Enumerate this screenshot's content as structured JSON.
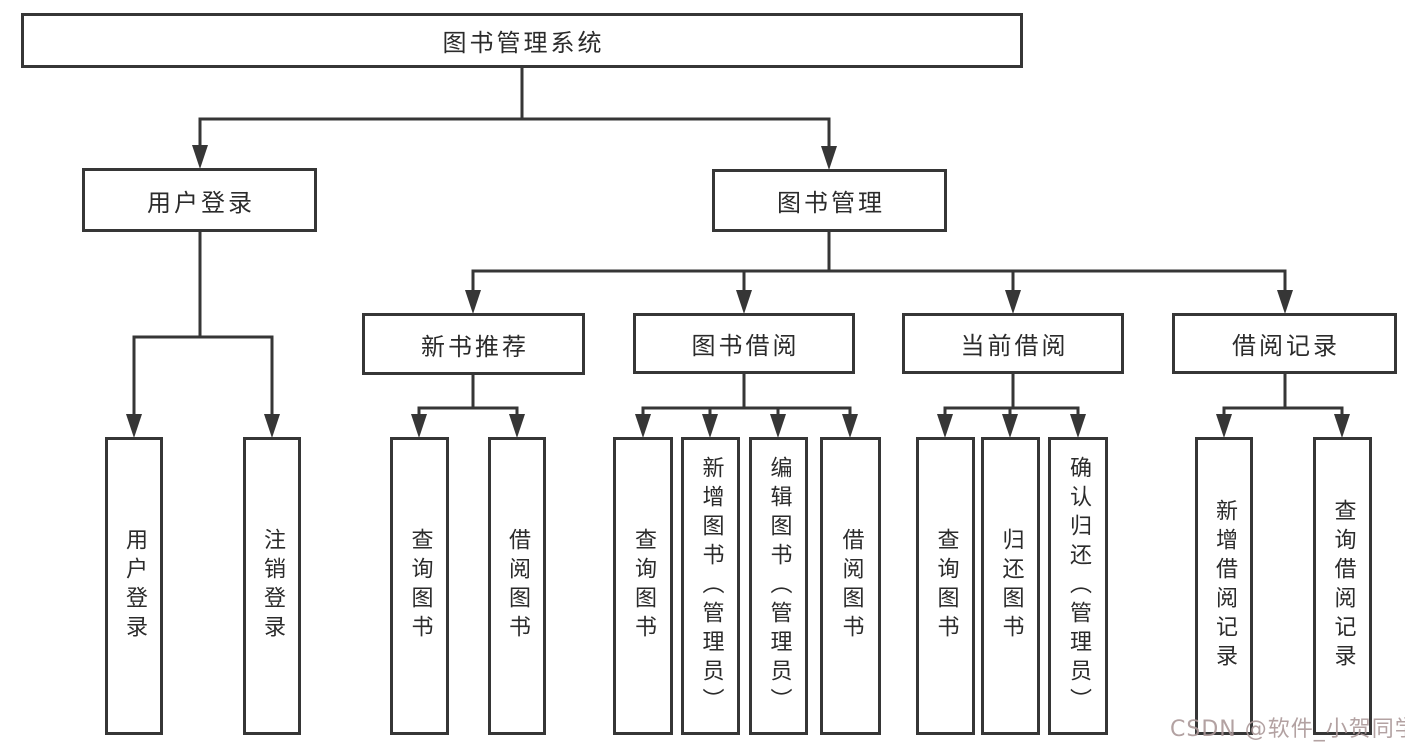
{
  "diagram": {
    "title": "图书管理系统",
    "branches": [
      {
        "label": "用户登录",
        "children": [
          {
            "label": "用户登录"
          },
          {
            "label": "注销登录"
          }
        ]
      },
      {
        "label": "图书管理",
        "children": [
          {
            "label": "新书推荐",
            "children": [
              {
                "label": "查询图书"
              },
              {
                "label": "借阅图书"
              }
            ]
          },
          {
            "label": "图书借阅",
            "children": [
              {
                "label": "查询图书"
              },
              {
                "label": "新增图书（管理员）"
              },
              {
                "label": "编辑图书（管理员）"
              },
              {
                "label": "借阅图书"
              }
            ]
          },
          {
            "label": "当前借阅",
            "children": [
              {
                "label": "查询图书"
              },
              {
                "label": "归还图书"
              },
              {
                "label": "确认归还（管理员）"
              }
            ]
          },
          {
            "label": "借阅记录",
            "children": [
              {
                "label": "新增借阅记录"
              },
              {
                "label": "查询借阅记录"
              }
            ]
          }
        ]
      }
    ]
  },
  "watermark": {
    "text": "CSDN @软件_小贺同学",
    "color": "#ab9899"
  },
  "colors": {
    "line": "#363636",
    "text": "#2b2b2b",
    "background": "#ffffff"
  }
}
